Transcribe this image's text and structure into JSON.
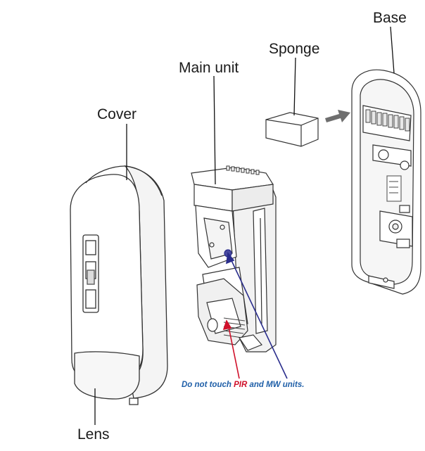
{
  "labels": {
    "base": "Base",
    "sponge": "Sponge",
    "main_unit": "Main unit",
    "cover": "Cover",
    "lens": "Lens"
  },
  "note": {
    "prefix": "Do not touch ",
    "pir": "PIR",
    "middle": " and ",
    "mw": "MW",
    "suffix": " units."
  },
  "colors": {
    "note_blue": "#1f5fa8",
    "pir_red": "#d0102a",
    "mw_blue": "#2a2d8c",
    "arrow_gray": "#6e6e6e"
  }
}
